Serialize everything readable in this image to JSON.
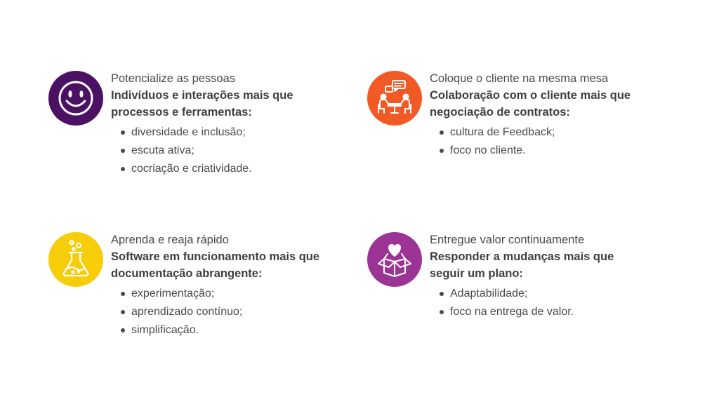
{
  "cards": [
    {
      "subtitle": "Potencialize as pessoas",
      "heading": "Indivíduos e interações mais que processos e ferramentas:",
      "bullets": [
        "diversidade e inclusão;",
        "escuta ativa;",
        "cocriação e criatividade."
      ],
      "icon": "smiley-face-icon",
      "color": "#4b1163"
    },
    {
      "subtitle": "Coloque o cliente na mesma mesa",
      "heading": "Colaboração com o cliente mais que negociação de contratos:",
      "bullets": [
        "cultura de Feedback;",
        "foco no cliente."
      ],
      "icon": "meeting-table-icon",
      "color": "#f15a24"
    },
    {
      "subtitle": "Aprenda e reaja rápido",
      "heading": "Software em funcionamento mais que documentação abrangente:",
      "bullets": [
        "experimentação;",
        "aprendizado contínuo;",
        "simplificação."
      ],
      "icon": "flask-icon",
      "color": "#f7cd0a"
    },
    {
      "subtitle": "Entregue valor continuamente",
      "heading": "Responder a mudanças mais que seguir um plano:",
      "bullets": [
        "Adaptabilidade;",
        "foco na entrega de valor."
      ],
      "icon": "gift-box-heart-icon",
      "color": "#9b3494"
    }
  ]
}
